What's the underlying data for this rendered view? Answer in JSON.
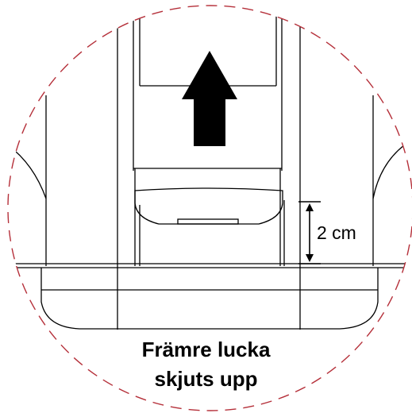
{
  "diagram": {
    "dimension_label": "2 cm",
    "caption_line_1": "Främre lucka",
    "caption_line_2": "skjuts upp",
    "colors": {
      "circle": "#b5303a",
      "lines": "#000000",
      "arrow": "#000000"
    },
    "icons": [
      "up-arrow-icon",
      "dimension-arrow-icon"
    ]
  }
}
